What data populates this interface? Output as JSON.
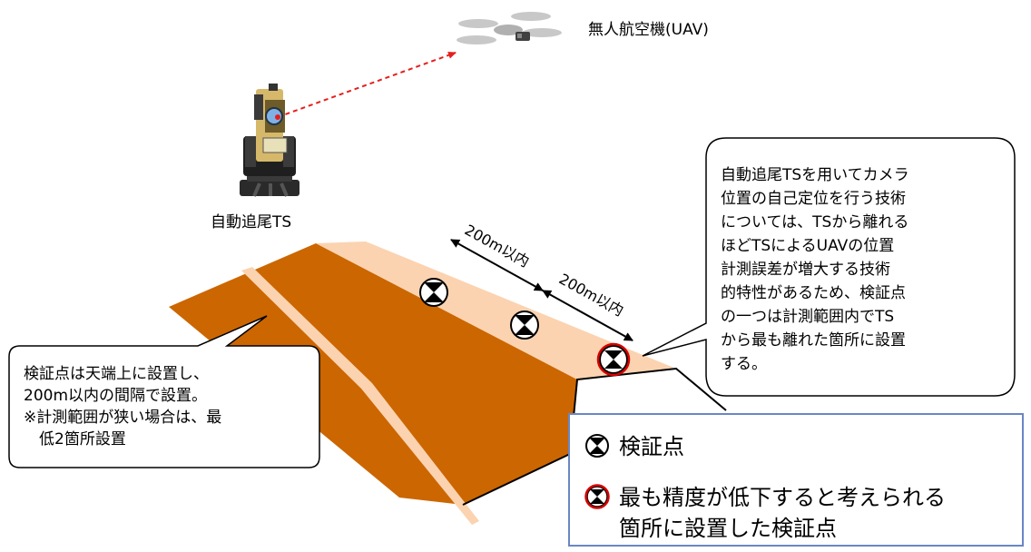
{
  "labels": {
    "uav": "無人航空機(UAV)",
    "total_station": "自動追尾TS",
    "distance_1": "200m以内",
    "distance_2": "200m以内"
  },
  "notes": {
    "left": "検証点は天端上に設置し、\n200m以内の間隔で設置。\n※計測範囲が狭い場合は、最\n　低2箇所設置",
    "right": "自動追尾TSを用いてカメラ\n位置の自己定位を行う技術\nについては、TSから離れる\nほどTSによるUAVの位置\n計測誤差が増大する技術\n的特性があるため、検証点\nの一つは計測範囲内でTS\nから最も離れた箇所に設置\nする。"
  },
  "legend": {
    "items": [
      {
        "label": "検証点",
        "icon": "checkpoint-icon"
      },
      {
        "label": "最も精度が低下すると考えられる\n箇所に設置した検証点",
        "icon": "checkpoint-red-circle-icon"
      }
    ]
  },
  "colors": {
    "slope": "#cc6600",
    "crest": "#fbd3b0",
    "laser": "#e61e1e",
    "highlight_circle": "#d60000",
    "legend_border": "#6a86c4"
  }
}
